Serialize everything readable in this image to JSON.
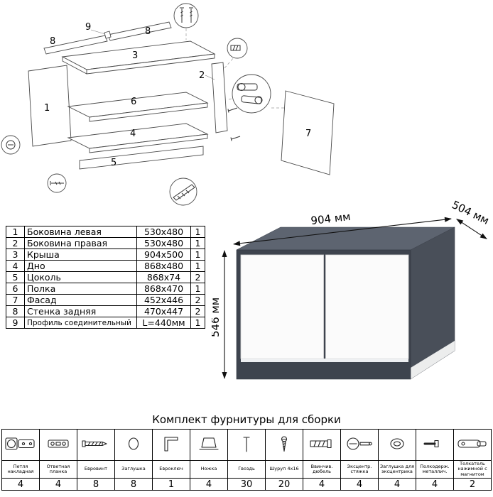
{
  "diagram": {
    "callouts": [
      "1",
      "2",
      "3",
      "4",
      "5",
      "6",
      "7",
      "8",
      "8",
      "9"
    ]
  },
  "dimensions": {
    "width": "904 мм",
    "depth": "504 мм",
    "height": "546 мм"
  },
  "parts_table": {
    "rows": [
      {
        "num": "1",
        "name": "Боковина левая",
        "size": "530x480",
        "qty": "1"
      },
      {
        "num": "2",
        "name": "Боковина правая",
        "size": "530x480",
        "qty": "1"
      },
      {
        "num": "3",
        "name": "Крыша",
        "size": "904x500",
        "qty": "1"
      },
      {
        "num": "4",
        "name": "Дно",
        "size": "868x480",
        "qty": "1"
      },
      {
        "num": "5",
        "name": "Цоколь",
        "size": "868x74",
        "qty": "2"
      },
      {
        "num": "6",
        "name": "Полка",
        "size": "868x470",
        "qty": "1"
      },
      {
        "num": "7",
        "name": "Фасад",
        "size": "452x446",
        "qty": "2"
      },
      {
        "num": "8",
        "name": "Стенка задняя",
        "size": "470x447",
        "qty": "2"
      },
      {
        "num": "9",
        "name": "Профиль соединительный",
        "size": "L=440мм",
        "qty": "1"
      }
    ]
  },
  "hardware": {
    "title": "Комплект фурнитуры для сборки",
    "items": [
      {
        "label": "Петля накладная",
        "qty": "4",
        "icon": "hinge"
      },
      {
        "label": "Ответная планка",
        "qty": "4",
        "icon": "strike-plate"
      },
      {
        "label": "Евровинт",
        "qty": "8",
        "icon": "confirmat-screw"
      },
      {
        "label": "Заглушка",
        "qty": "8",
        "icon": "cap"
      },
      {
        "label": "Евроключ",
        "qty": "1",
        "icon": "hex-key"
      },
      {
        "label": "Ножка",
        "qty": "4",
        "icon": "leg"
      },
      {
        "label": "Гвоздь",
        "qty": "30",
        "icon": "nail"
      },
      {
        "label": "Шуруп 4x16",
        "qty": "20",
        "icon": "screw"
      },
      {
        "label": "Ввинчив. дюбель",
        "qty": "4",
        "icon": "screw-dowel"
      },
      {
        "label": "Эксцентр. стяжка",
        "qty": "4",
        "icon": "cam-lock"
      },
      {
        "label": "Заглушка для эксцентрика",
        "qty": "4",
        "icon": "cam-cap"
      },
      {
        "label": "Полкодерж. металлич.",
        "qty": "4",
        "icon": "shelf-pin"
      },
      {
        "label": "Толкатель нажимной с магнитом",
        "qty": "2",
        "icon": "push-latch"
      }
    ]
  },
  "colors": {
    "cabinet_top": "#5d6470",
    "cabinet_side": "#494f59",
    "cabinet_front": "#3e444e",
    "door": "#fbfbfb"
  }
}
